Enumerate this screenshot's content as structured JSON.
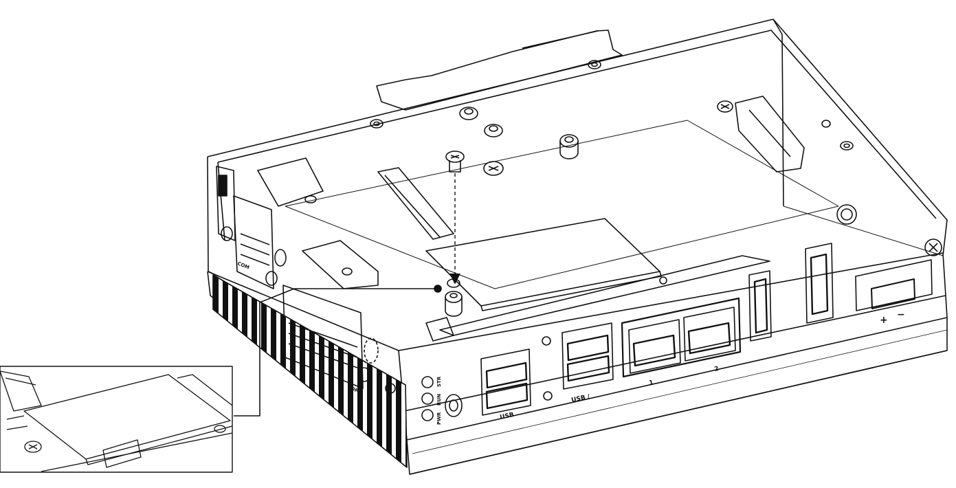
{
  "figure": {
    "front_labels": {
      "power_plus": "+",
      "power_minus": "−",
      "led_pwr": "PWR",
      "led_run": "RUN",
      "led_str": "STR",
      "usb_a": "USB",
      "usb_b": "USB / ",
      "lan_a": "1",
      "lan_b": "2"
    },
    "side_labels": {
      "com_a": "COM",
      "com_b": "COM"
    }
  }
}
